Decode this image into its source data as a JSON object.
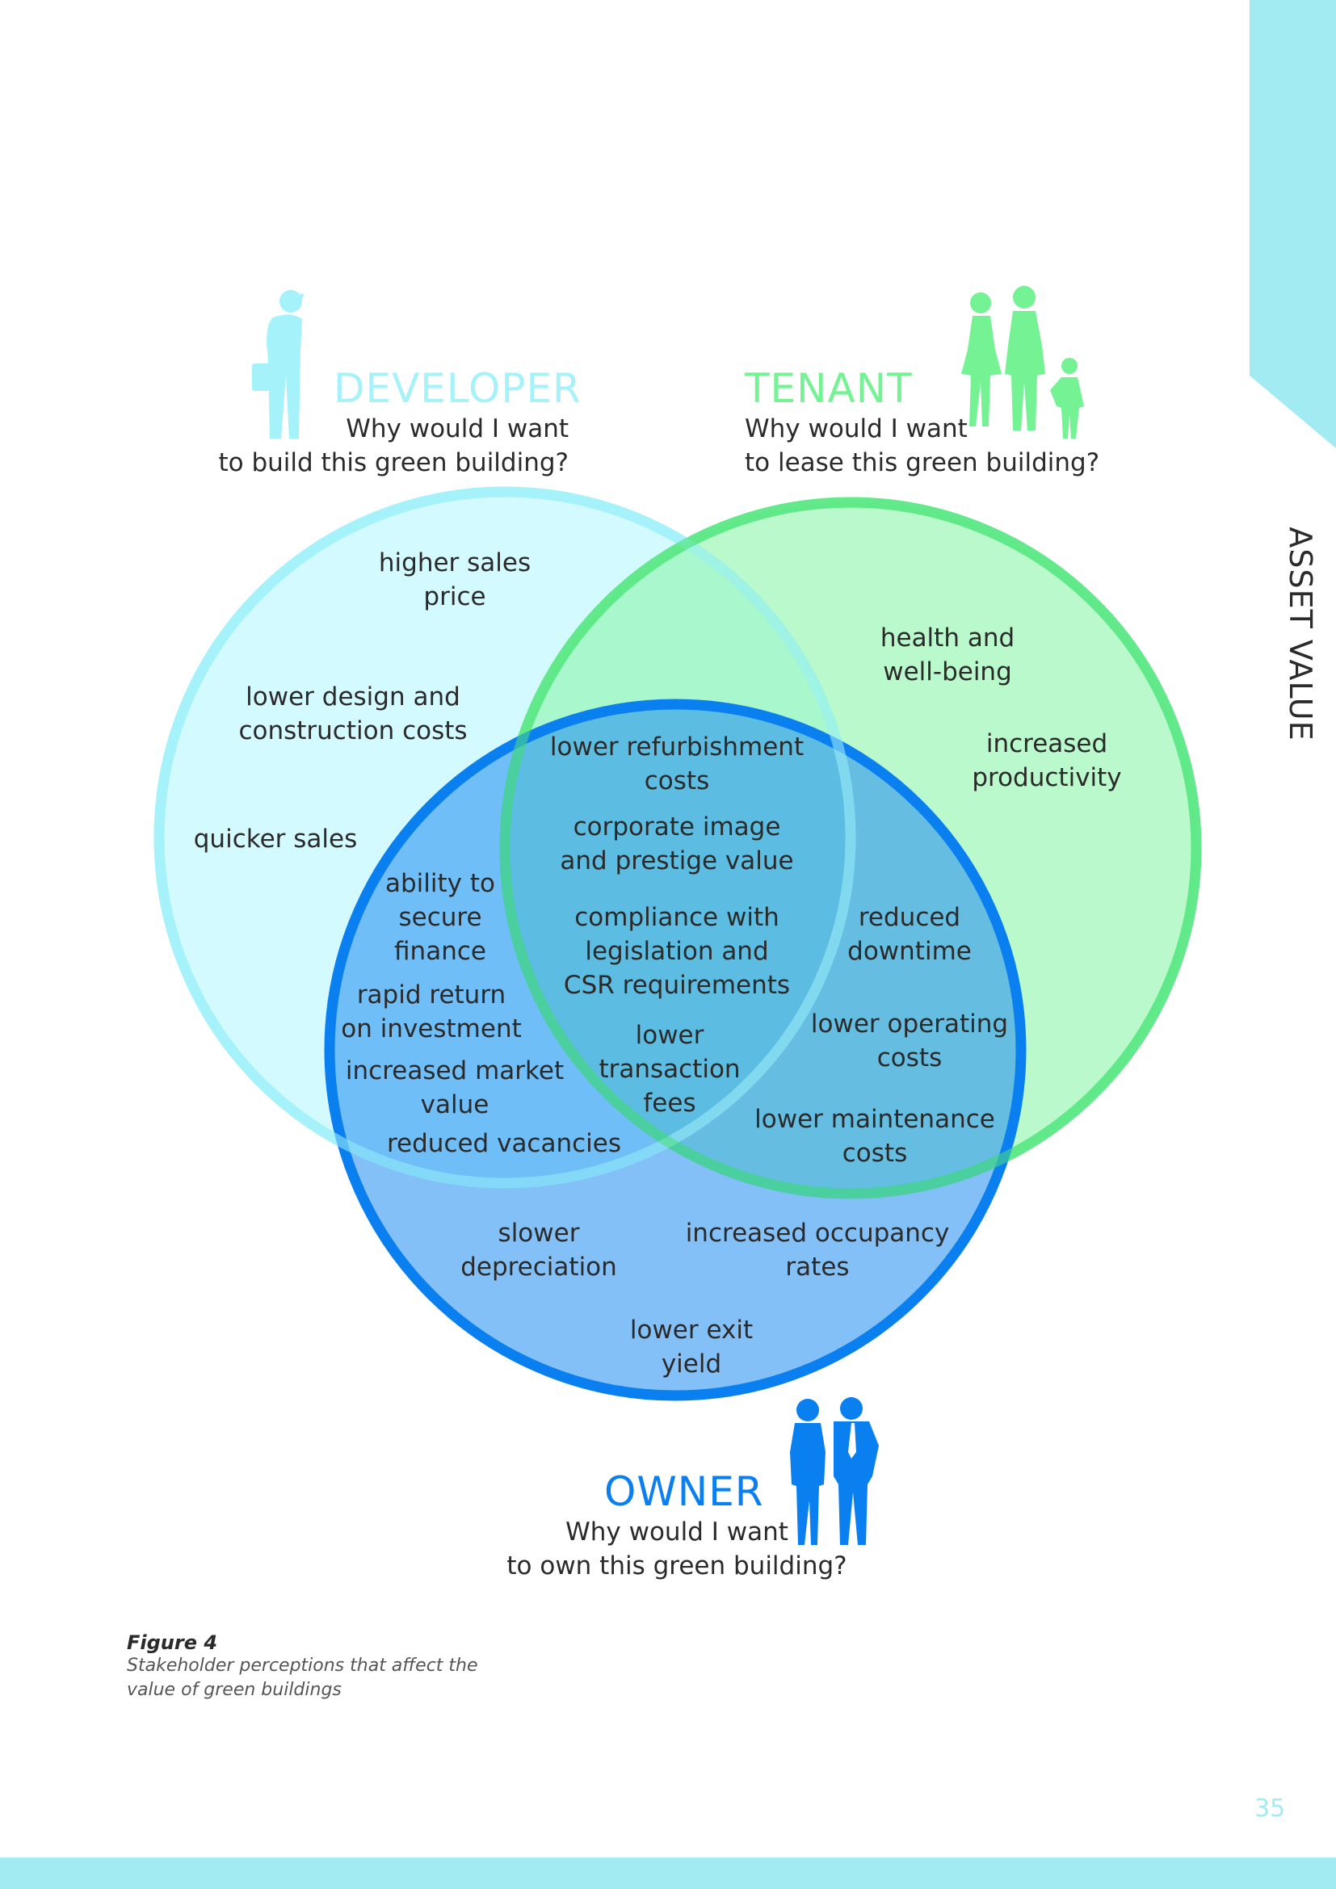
{
  "side_tab": {
    "label": "ASSET VALUE",
    "color": "#a3ebf2"
  },
  "colors": {
    "developer": "#a6f2fb",
    "developer_fill": "#d3fafe",
    "tenant": "#75f294",
    "tenant_fill": "#b7f8c8",
    "owner": "#0a7ff0",
    "owner_fill": "#5aa8f5",
    "text": "#2a2a2a"
  },
  "stakeholders": {
    "developer": {
      "title": "DEVELOPER",
      "question": "Why would I want\nto build this green building?",
      "icon": "businessman-phone-icon"
    },
    "tenant": {
      "title": "TENANT",
      "question": "Why would I want\nto lease this green building?",
      "icon": "family-walking-icon"
    },
    "owner": {
      "title": "OWNER",
      "question": "Why would I want\nto own this green building?",
      "icon": "business-couple-icon"
    }
  },
  "regions": {
    "developer_only": [
      "higher sales\nprice",
      "lower design and\nconstruction costs",
      "quicker sales"
    ],
    "tenant_only": [
      "health and\nwell-being",
      "increased\nproductivity"
    ],
    "developer_owner": [
      "ability to\nsecure\nfinance",
      "rapid return\non investment",
      "increased market\nvalue",
      "reduced vacancies"
    ],
    "all_three": [
      "lower refurbishment\ncosts",
      "corporate image\nand prestige value",
      "compliance with\nlegislation and\nCSR requirements",
      "lower\ntransaction\nfees"
    ],
    "tenant_owner": [
      "reduced\ndowntime",
      "lower operating\ncosts",
      "lower maintenance\ncosts"
    ],
    "owner_only": [
      "slower\ndepreciation",
      "increased occupancy\nrates",
      "lower exit\nyield"
    ]
  },
  "caption": {
    "figure": "Figure 4",
    "description": "Stakeholder perceptions that affect the value of green buildings"
  },
  "page_number": "35"
}
